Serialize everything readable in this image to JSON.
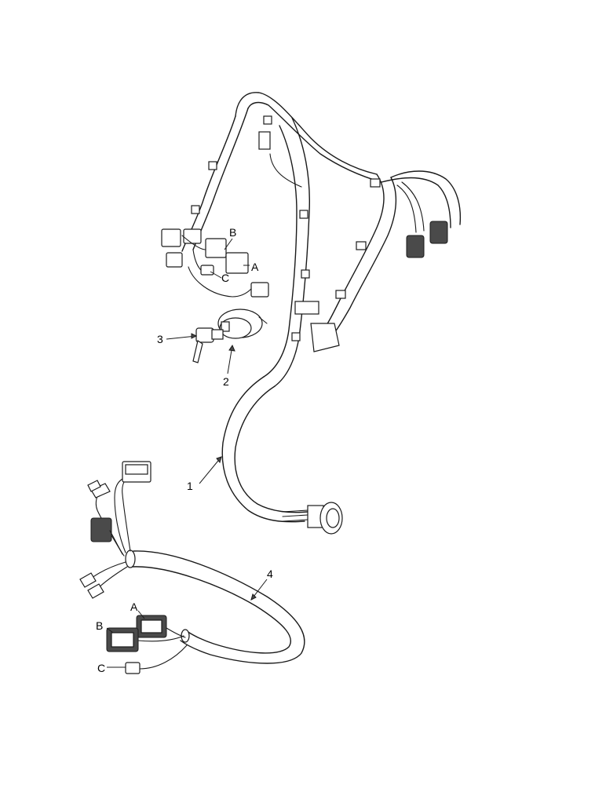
{
  "callouts": {
    "harness_main": "1",
    "ignition_switch": "2",
    "key": "3",
    "harness_lower": "4",
    "upper_A": "A",
    "upper_B": "B",
    "upper_C": "C",
    "lower_A": "A",
    "lower_B": "B",
    "lower_C": "C"
  }
}
